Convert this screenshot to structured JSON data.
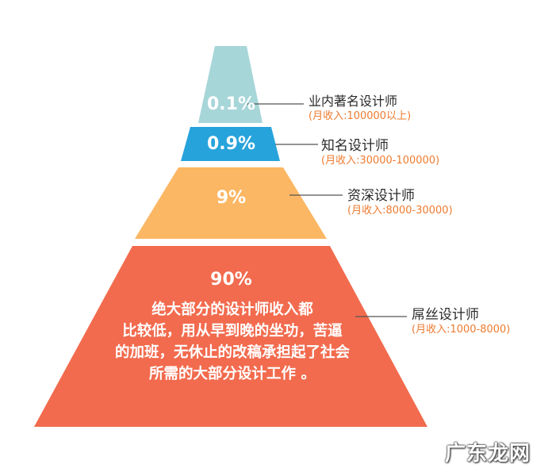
{
  "tiers": [
    {
      "key": "top",
      "percent": "0.1%",
      "title": "业内著名设计师",
      "income": "(月收入:100000以上)",
      "color": "#a7d6d9"
    },
    {
      "key": "second",
      "percent": "0.9%",
      "title": "知名设计师",
      "income": "(月收入:30000-100000)",
      "color": "#27a3dc"
    },
    {
      "key": "third",
      "percent": "9%",
      "title": "资深设计师",
      "income": "(月收入:8000-30000)",
      "color": "#fbb764"
    },
    {
      "key": "base",
      "percent": "90%",
      "title": "屌丝设计师",
      "income": "(月收入:1000-8000)",
      "color": "#f26b4e",
      "description_lines": [
        "绝大部分的设计师收入都",
        "比较低，用从早到晚的坐功，苦逼",
        "的加班，无休止的改稿承担起了社会",
        "所需的大部分设计工作 。"
      ]
    }
  ],
  "watermark": "广东龙网",
  "line_color": "#555555"
}
